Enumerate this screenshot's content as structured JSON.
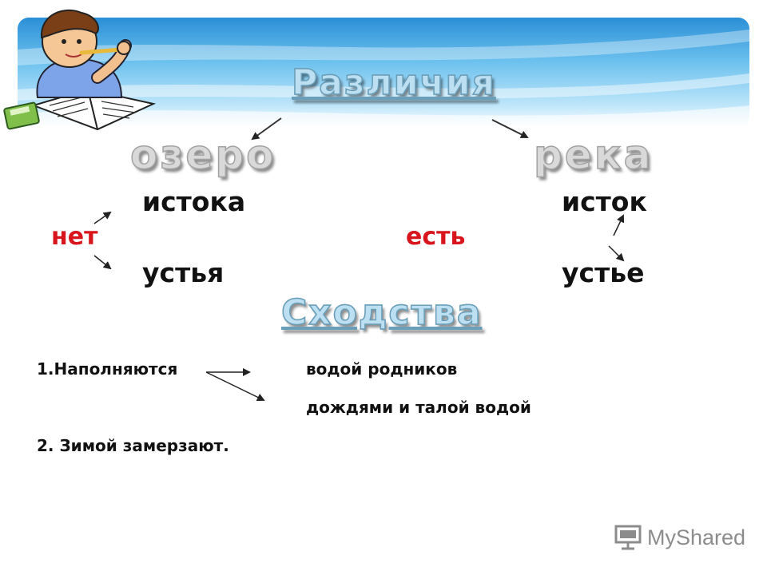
{
  "titles": {
    "differences": "Различия",
    "similarities": "Сходства"
  },
  "columns": {
    "left": "озеро",
    "right": "река"
  },
  "left_block": {
    "top": "истока",
    "middle": "нет",
    "bottom": "устья"
  },
  "right_block": {
    "top": "исток",
    "middle": "есть",
    "bottom": "устье"
  },
  "similarities_list": {
    "item1_prefix": "1.Наполняются",
    "item1_option1": "водой родников",
    "item1_option2": "дождями и талой водой",
    "item2": "2. Зимой замерзают."
  },
  "watermark": {
    "text": "MyShared",
    "icon": "presentation-board-icon"
  },
  "colors": {
    "banner": "#2a8fd6",
    "title": "#bcdff1",
    "column_word": "#d9d9d9",
    "accent_red": "#d8141d"
  }
}
